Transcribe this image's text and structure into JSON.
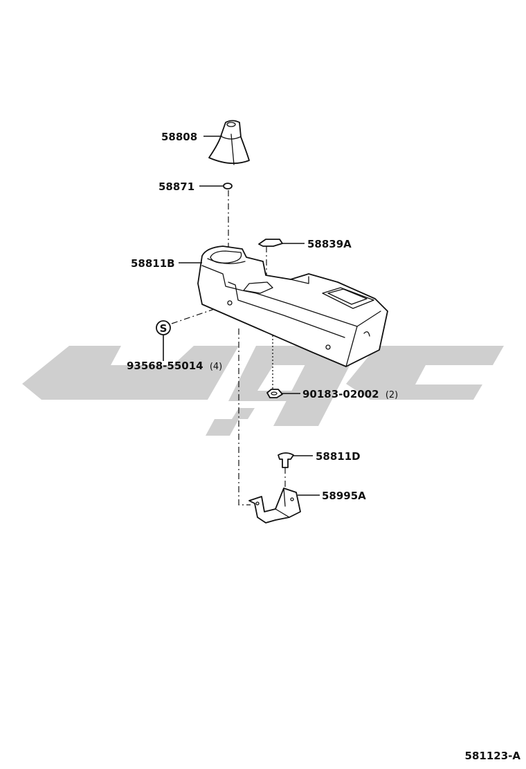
{
  "parts": [
    {
      "id": "p1",
      "number": "58808",
      "qty": ""
    },
    {
      "id": "p2",
      "number": "58871",
      "qty": ""
    },
    {
      "id": "p3",
      "number": "58839A",
      "qty": ""
    },
    {
      "id": "p4",
      "number": "58811B",
      "qty": ""
    },
    {
      "id": "p5",
      "number": "93568-55014",
      "qty": "(4)"
    },
    {
      "id": "p6",
      "number": "90183-02002",
      "qty": "(2)"
    },
    {
      "id": "p7",
      "number": "58811D",
      "qty": ""
    },
    {
      "id": "p8",
      "number": "58995A",
      "qty": ""
    }
  ],
  "standard_symbol": "S",
  "diagram_code": "581123-A",
  "colors": {
    "ink": "#111111",
    "watermark": "#cfcfcf",
    "background": "#ffffff"
  }
}
